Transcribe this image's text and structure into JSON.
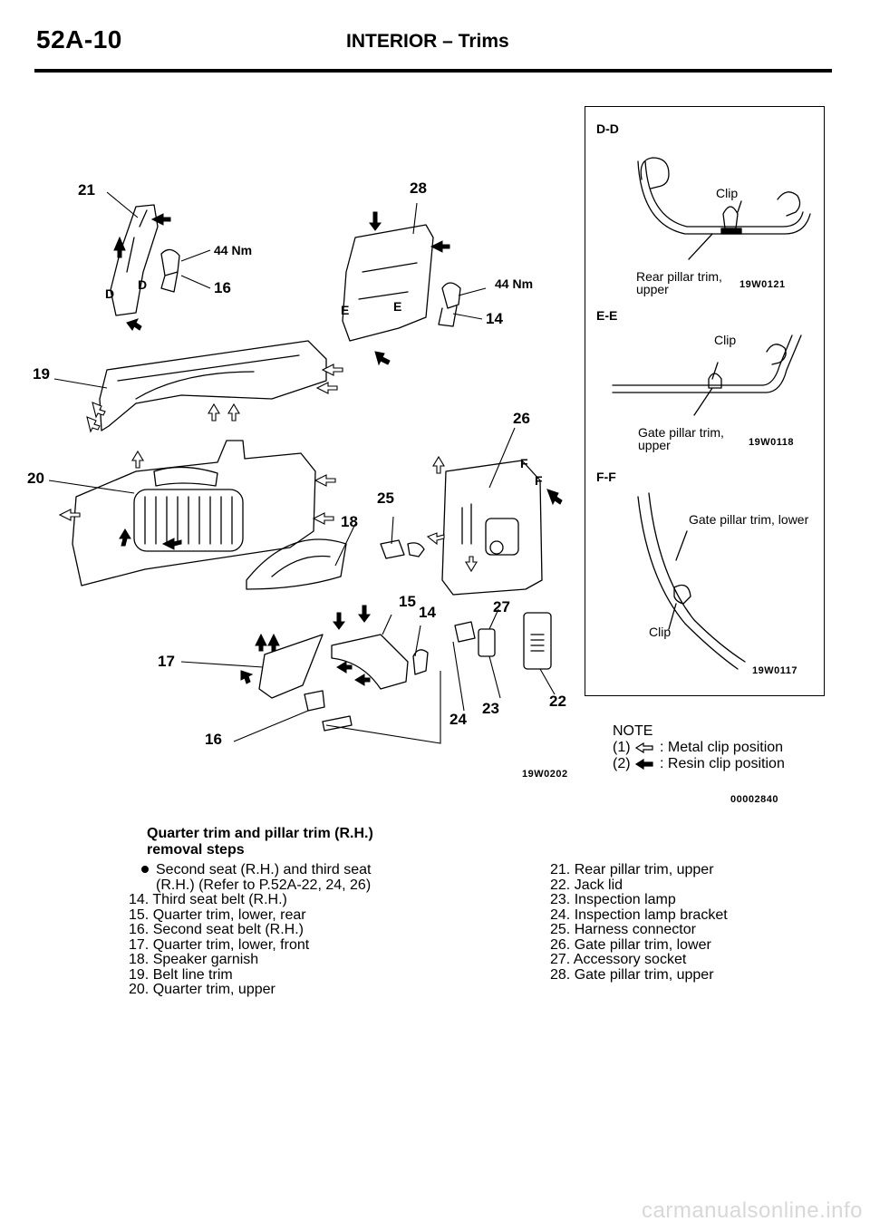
{
  "header": {
    "page_number": "52A-10",
    "title": "INTERIOR – Trims"
  },
  "diagram_labels": {
    "n21": "21",
    "n28": "28",
    "torque_left": "44 Nm",
    "torque_right": "44 Nm",
    "d1": "D",
    "d2": "D",
    "n16_top": "16",
    "e1": "E",
    "e2": "E",
    "n14_top": "14",
    "n19": "19",
    "n26": "26",
    "n20": "20",
    "f1": "F",
    "f2": "F",
    "n25": "25",
    "n18": "18",
    "n15": "15",
    "n14_mid": "14",
    "n27": "27",
    "n17": "17",
    "n16_bot": "16",
    "n24": "24",
    "n23": "23",
    "n22": "22",
    "figure_code": "19W0202"
  },
  "detail": {
    "dd_title": "D-D",
    "dd_clip": "Clip",
    "dd_callout_line1": "Rear pillar trim,",
    "dd_callout_line2": "upper",
    "dd_code": "19W0121",
    "ee_title": "E-E",
    "ee_clip": "Clip",
    "ee_callout_line1": "Gate pillar trim,",
    "ee_callout_line2": "upper",
    "ee_code": "19W0118",
    "ff_title": "F-F",
    "ff_callout": "Gate pillar trim, lower",
    "ff_clip": "Clip",
    "ff_code": "19W0117"
  },
  "note": {
    "title": "NOTE",
    "item1_prefix": "(1)",
    "item1_text": ": Metal clip position",
    "item2_prefix": "(2)",
    "item2_text": ": Resin clip position",
    "code": "00002840"
  },
  "steps": {
    "title_line1": "Quarter trim and pillar trim (R.H.)",
    "title_line2": "removal steps",
    "bullet_line1": "Second seat (R.H.) and third seat",
    "bullet_line2": "(R.H.) (Refer to P.52A-22, 24, 26)",
    "left": [
      "14. Third seat belt (R.H.)",
      "15. Quarter trim, lower, rear",
      "16. Second seat belt (R.H.)",
      "17. Quarter trim, lower, front",
      "18. Speaker garnish",
      "19. Belt line trim",
      "20. Quarter trim, upper"
    ],
    "right": [
      "21. Rear pillar trim, upper",
      "22. Jack lid",
      "23. Inspection lamp",
      "24. Inspection lamp bracket",
      "25. Harness connector",
      "26. Gate pillar trim, lower",
      "27. Accessory socket",
      "28. Gate pillar trim, upper"
    ]
  },
  "watermark": "carmanualsonline.info"
}
